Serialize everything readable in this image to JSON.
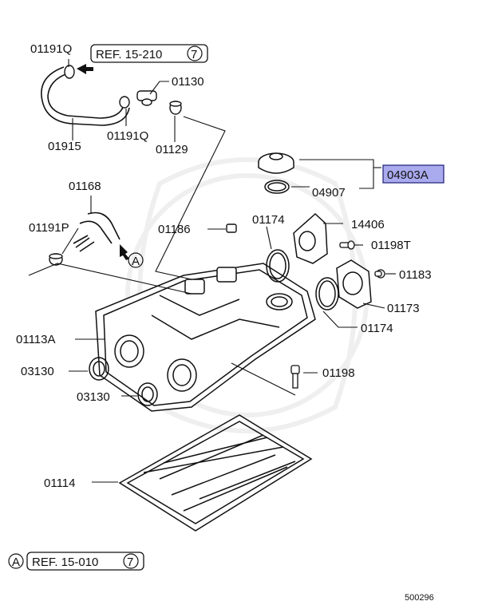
{
  "callouts": {
    "c01191q_top": "01191Q",
    "ref_top": "REF. 15-210",
    "ref_top_num": "7",
    "c01130": "01130",
    "c01915": "01915",
    "c01191q_mid": "01191Q",
    "c01129": "01129",
    "c04903a": "04903A",
    "c04907": "04907",
    "c01168": "01168",
    "c01174_top": "01174",
    "c14406": "14406",
    "c01191p": "01191P",
    "c01186": "01186",
    "c01198t": "01198T",
    "c01183": "01183",
    "c01173": "01173",
    "c01174_bottom": "01174",
    "c01113a": "01113A",
    "c03130_a": "03130",
    "c03130_b": "03130",
    "c01198": "01198",
    "c01114": "01114",
    "marker_a_mid": "A",
    "marker_a_bottom": "A",
    "ref_bottom": "REF. 15-010",
    "ref_bottom_num": "7"
  },
  "footer": {
    "code": "500296"
  },
  "colors": {
    "highlight_fill": "#aaaaee",
    "highlight_stroke": "#2a2a80",
    "line": "#111111"
  }
}
